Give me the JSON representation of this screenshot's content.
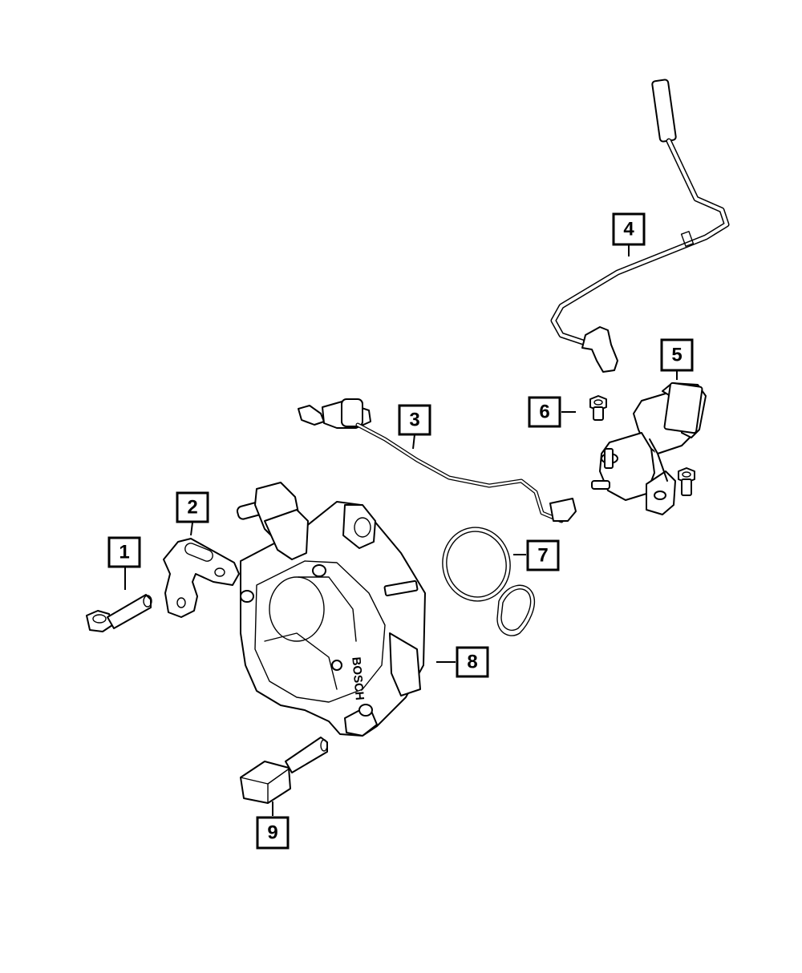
{
  "brand_text": "BOSCH",
  "callouts": [
    {
      "id": "1",
      "label": "1"
    },
    {
      "id": "2",
      "label": "2"
    },
    {
      "id": "3",
      "label": "3"
    },
    {
      "id": "4",
      "label": "4"
    },
    {
      "id": "5",
      "label": "5"
    },
    {
      "id": "6",
      "label": "6"
    },
    {
      "id": "7",
      "label": "7"
    },
    {
      "id": "8",
      "label": "8"
    },
    {
      "id": "9",
      "label": "9"
    }
  ]
}
